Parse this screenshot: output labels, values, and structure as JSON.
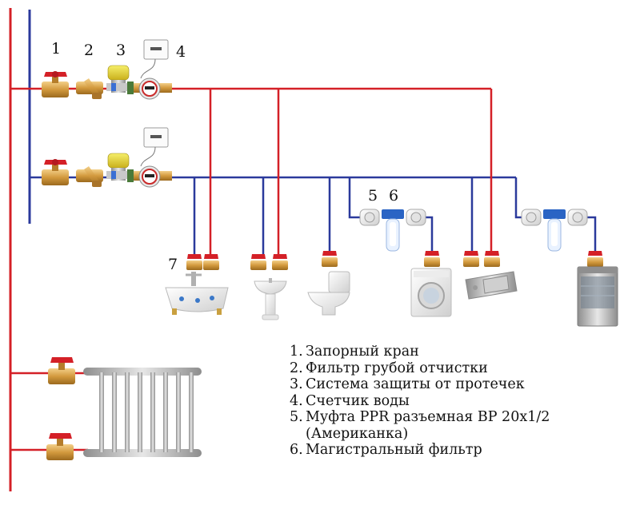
{
  "callouts": {
    "n1": "1",
    "n2": "2",
    "n3": "3",
    "n4": "4",
    "n5": "5",
    "n6": "6",
    "n7": "7"
  },
  "legend": {
    "items": [
      {
        "index": "1.",
        "text": "Запорный кран"
      },
      {
        "index": "2.",
        "text": "Фильтр грубой отчистки"
      },
      {
        "index": "3.",
        "text": "Система защиты от протечек"
      },
      {
        "index": "4.",
        "text": "Счетчик воды"
      },
      {
        "index": "5.",
        "text": "Муфта PPR разъемная ВР 20х1/2"
      },
      {
        "index": "6.",
        "text": "Магистральный фильтр"
      }
    ],
    "item5_continuation": "(Американка)"
  },
  "colors": {
    "hot_pipe": "#d42027",
    "cold_pipe": "#2b3a9c",
    "valve_handle": "#d42027",
    "brass": "#d7a24a",
    "filter_blue": "#2a64c4",
    "fixture_white": "#f2f2f2",
    "steel": "#b9b9b9"
  }
}
